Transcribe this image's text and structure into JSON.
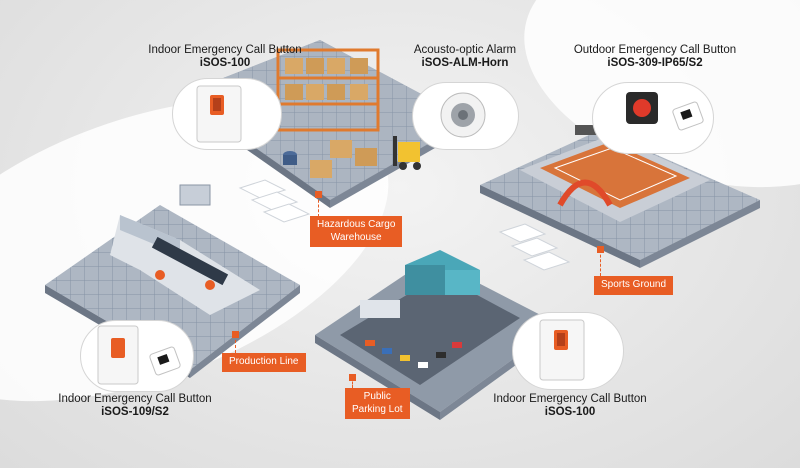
{
  "devices": [
    {
      "name": "Indoor Emergency Call Button",
      "model": "iSOS-100"
    },
    {
      "name": "Acousto-optic Alarm",
      "model": "iSOS-ALM-Horn"
    },
    {
      "name": "Outdoor Emergency Call Button",
      "model": "iSOS-309-IP65/S2"
    },
    {
      "name": "Indoor Emergency Call Button",
      "model": "iSOS-109/S2"
    },
    {
      "name": "Indoor Emergency Call Button",
      "model": "iSOS-100"
    }
  ],
  "areas": [
    {
      "line1": "Hazardous Cargo",
      "line2": "Warehouse"
    },
    {
      "line1": "Sports Ground",
      "line2": ""
    },
    {
      "line1": "Production Line",
      "line2": ""
    },
    {
      "line1": "Public",
      "line2": "Parking Lot"
    }
  ],
  "colors": {
    "accent": "#e85d24",
    "wave": "#1f5fbf",
    "grid": "#7d8fa8"
  }
}
